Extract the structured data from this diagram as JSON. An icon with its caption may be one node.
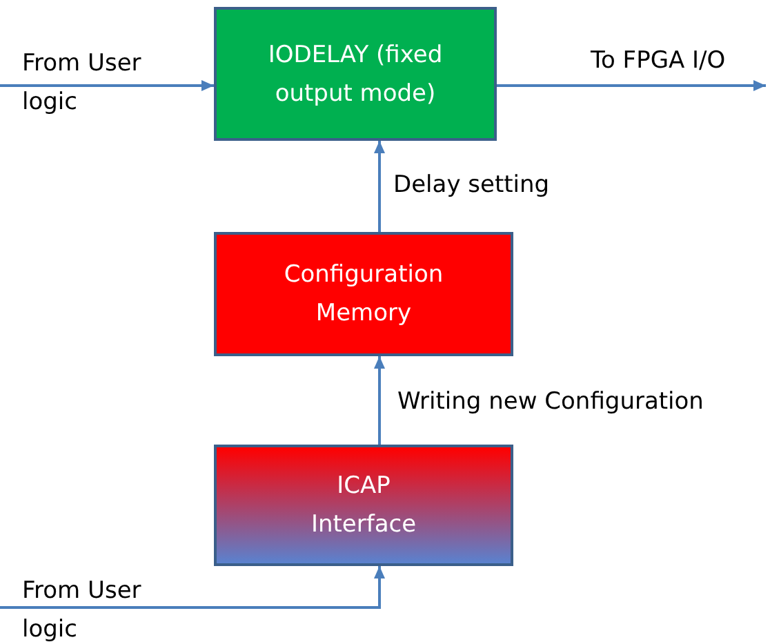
{
  "diagram": {
    "nodes": [
      {
        "text": [
          "IODELAY (fixed output mode)"
        ]
      },
      {
        "text": [
          "Configuration Memory"
        ]
      },
      {
        "text": [
          "ICAP Interface"
        ]
      }
    ],
    "edges": [
      {
        "from": null,
        "to": 0,
        "arrow": "to",
        "label": "From User logic"
      },
      {
        "from": 0,
        "to": null,
        "arrow": "to",
        "label": "To FPGA I/O"
      },
      {
        "from": 1,
        "to": 0,
        "arrow": "to",
        "label": "Delay setting"
      },
      {
        "from": 2,
        "to": 1,
        "arrow": "to",
        "label": "Writing new Configuration"
      },
      {
        "from": null,
        "to": 2,
        "arrow": "to",
        "label": "From User logic"
      }
    ]
  }
}
